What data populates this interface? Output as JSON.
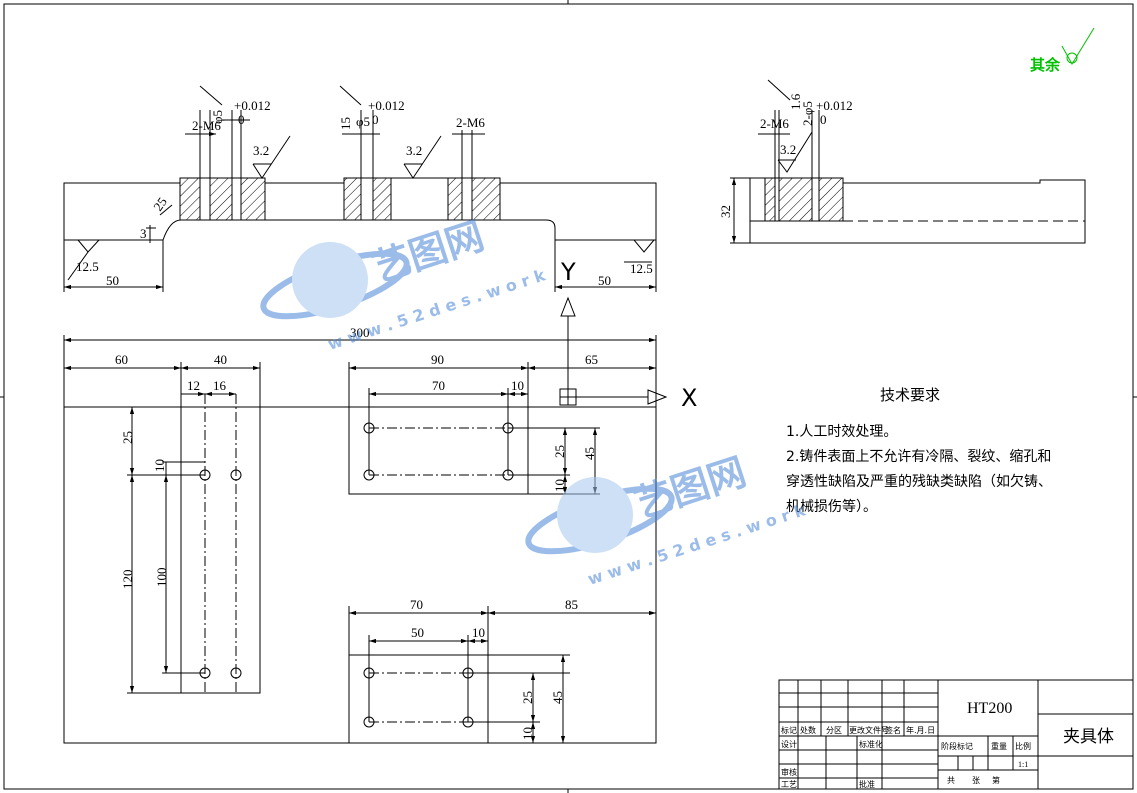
{
  "surface_finish": {
    "qiyu": "其余",
    "values": [
      "3.2",
      "3.2",
      "3.2",
      "12.5",
      "12.5"
    ]
  },
  "dims": {
    "m6_a": "2-M6",
    "m6_b": "2-M6",
    "m6_c": "2-M6",
    "hole_a": "φ5",
    "hole_b": "φ5",
    "hole_c": "2-φ5",
    "tol_upper": "+0.012",
    "tol_lower": "0",
    "gap_15": "15",
    "gap_16": "1.6",
    "gap_25": "25",
    "thick_3": "3",
    "thick_32": "32",
    "bottom_left_50": "50",
    "bottom_right_50": "50",
    "w300": "300",
    "w60": "60",
    "w40": "40",
    "w12": "12",
    "w16": "16",
    "w90": "90",
    "w65": "65",
    "w70a": "70",
    "w10a": "10",
    "v25": "25",
    "v10": "10",
    "v120": "120",
    "v100": "100",
    "v25b": "25",
    "v45": "45",
    "v10b": "10",
    "w70b": "70",
    "w85": "85",
    "w50": "50",
    "w10b": "10",
    "v25c": "25",
    "v45b": "45",
    "v10c": "10"
  },
  "axis": {
    "y": "Y",
    "x": "X"
  },
  "tech": {
    "title": "技术要求",
    "line1": "1.人工时效处理。",
    "line2": "2.铸件表面上不允许有冷隔、裂纹、缩孔和",
    "line3": "穿透性缺陷及严重的残缺类缺陷（如欠铸、",
    "line4": "机械损伤等）。"
  },
  "title_block": {
    "material": "HT200",
    "part_name": "夹具体",
    "biaoji": "标记",
    "chushu": "处数",
    "fenqu": "分区",
    "gengai": "更改文件号",
    "qianming": "签名",
    "nianyueri": "年.月.日",
    "sheji": "设计",
    "biaozhunhua": "标准化",
    "jieduan": "阶段标记",
    "zhongliang": "重量",
    "bili": "比例",
    "scale": "1:1",
    "shenhe": "审核",
    "gongyi": "工艺",
    "pizhun": "批准",
    "gong": "共",
    "zhang": "张",
    "di": "第"
  },
  "watermark": {
    "logo": "艺图网",
    "url": "w w w . 5 2 d e s . w o r k"
  },
  "colors": {
    "line": "#000000",
    "green": "#00c000",
    "watermark": "#4a86d8"
  }
}
